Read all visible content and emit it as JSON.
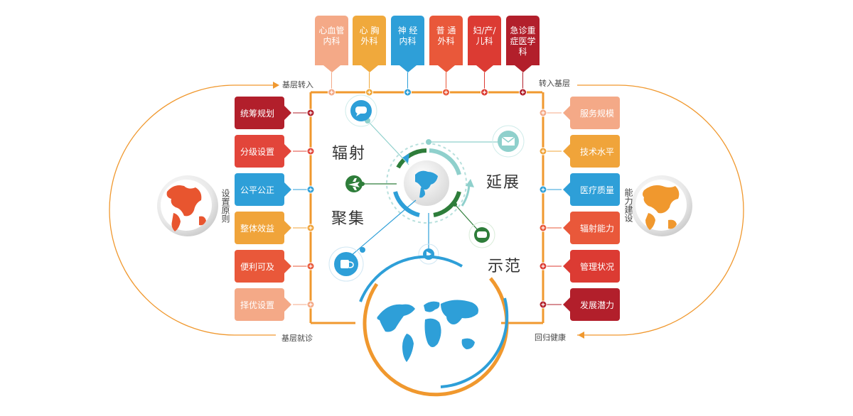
{
  "top_items": [
    {
      "label": "心血管\n内科",
      "color": "#f4a987"
    },
    {
      "label": "心 胸\n外科",
      "color": "#f0a93c"
    },
    {
      "label": "神 经\n内科",
      "color": "#2e9fd8"
    },
    {
      "label": "普 通\n外科",
      "color": "#e9583a"
    },
    {
      "label": "妇/产/\n儿科",
      "color": "#dc3b33"
    },
    {
      "label": "急诊重\n症医学\n科",
      "color": "#b21f2b"
    }
  ],
  "left_items": [
    {
      "label": "统筹规划",
      "color": "#b21f2b"
    },
    {
      "label": "分级设置",
      "color": "#e2453a"
    },
    {
      "label": "公平公正",
      "color": "#2e9fd8"
    },
    {
      "label": "整体效益",
      "color": "#f0a43a"
    },
    {
      "label": "便利可及",
      "color": "#e9583a"
    },
    {
      "label": "择优设置",
      "color": "#f4a987"
    }
  ],
  "right_items": [
    {
      "label": "服务规模",
      "color": "#f4a987"
    },
    {
      "label": "技术水平",
      "color": "#f0a43a"
    },
    {
      "label": "医疗质量",
      "color": "#2e9fd8"
    },
    {
      "label": "辐射能力",
      "color": "#e9583a"
    },
    {
      "label": "管理状况",
      "color": "#dc3b33"
    },
    {
      "label": "发展潜力",
      "color": "#b21f2b"
    }
  ],
  "flow_labels": {
    "top_left": "基层转入",
    "top_right": "转入基层",
    "bottom_left": "基层就诊",
    "bottom_right": "回归健康"
  },
  "side_titles": {
    "left": "设置原则",
    "right": "能力建设"
  },
  "center_labels": {
    "radiate": "辐射",
    "extend": "延展",
    "gather": "聚集",
    "demo": "示范"
  },
  "icons": {
    "left_globe": "globe-icon",
    "right_globe": "globe-icon",
    "center_globe": "globe-icon",
    "world_map": "world-map",
    "chat": "chat-icon",
    "mail": "mail-icon",
    "plane": "plane-icon",
    "cup": "coffee-cup-icon",
    "play": "play-icon",
    "message": "message-icon"
  },
  "colors": {
    "orange": "#f0982e",
    "blue": "#2e9fd8",
    "green": "#2e7d3a",
    "teal": "#8fd0cc"
  }
}
